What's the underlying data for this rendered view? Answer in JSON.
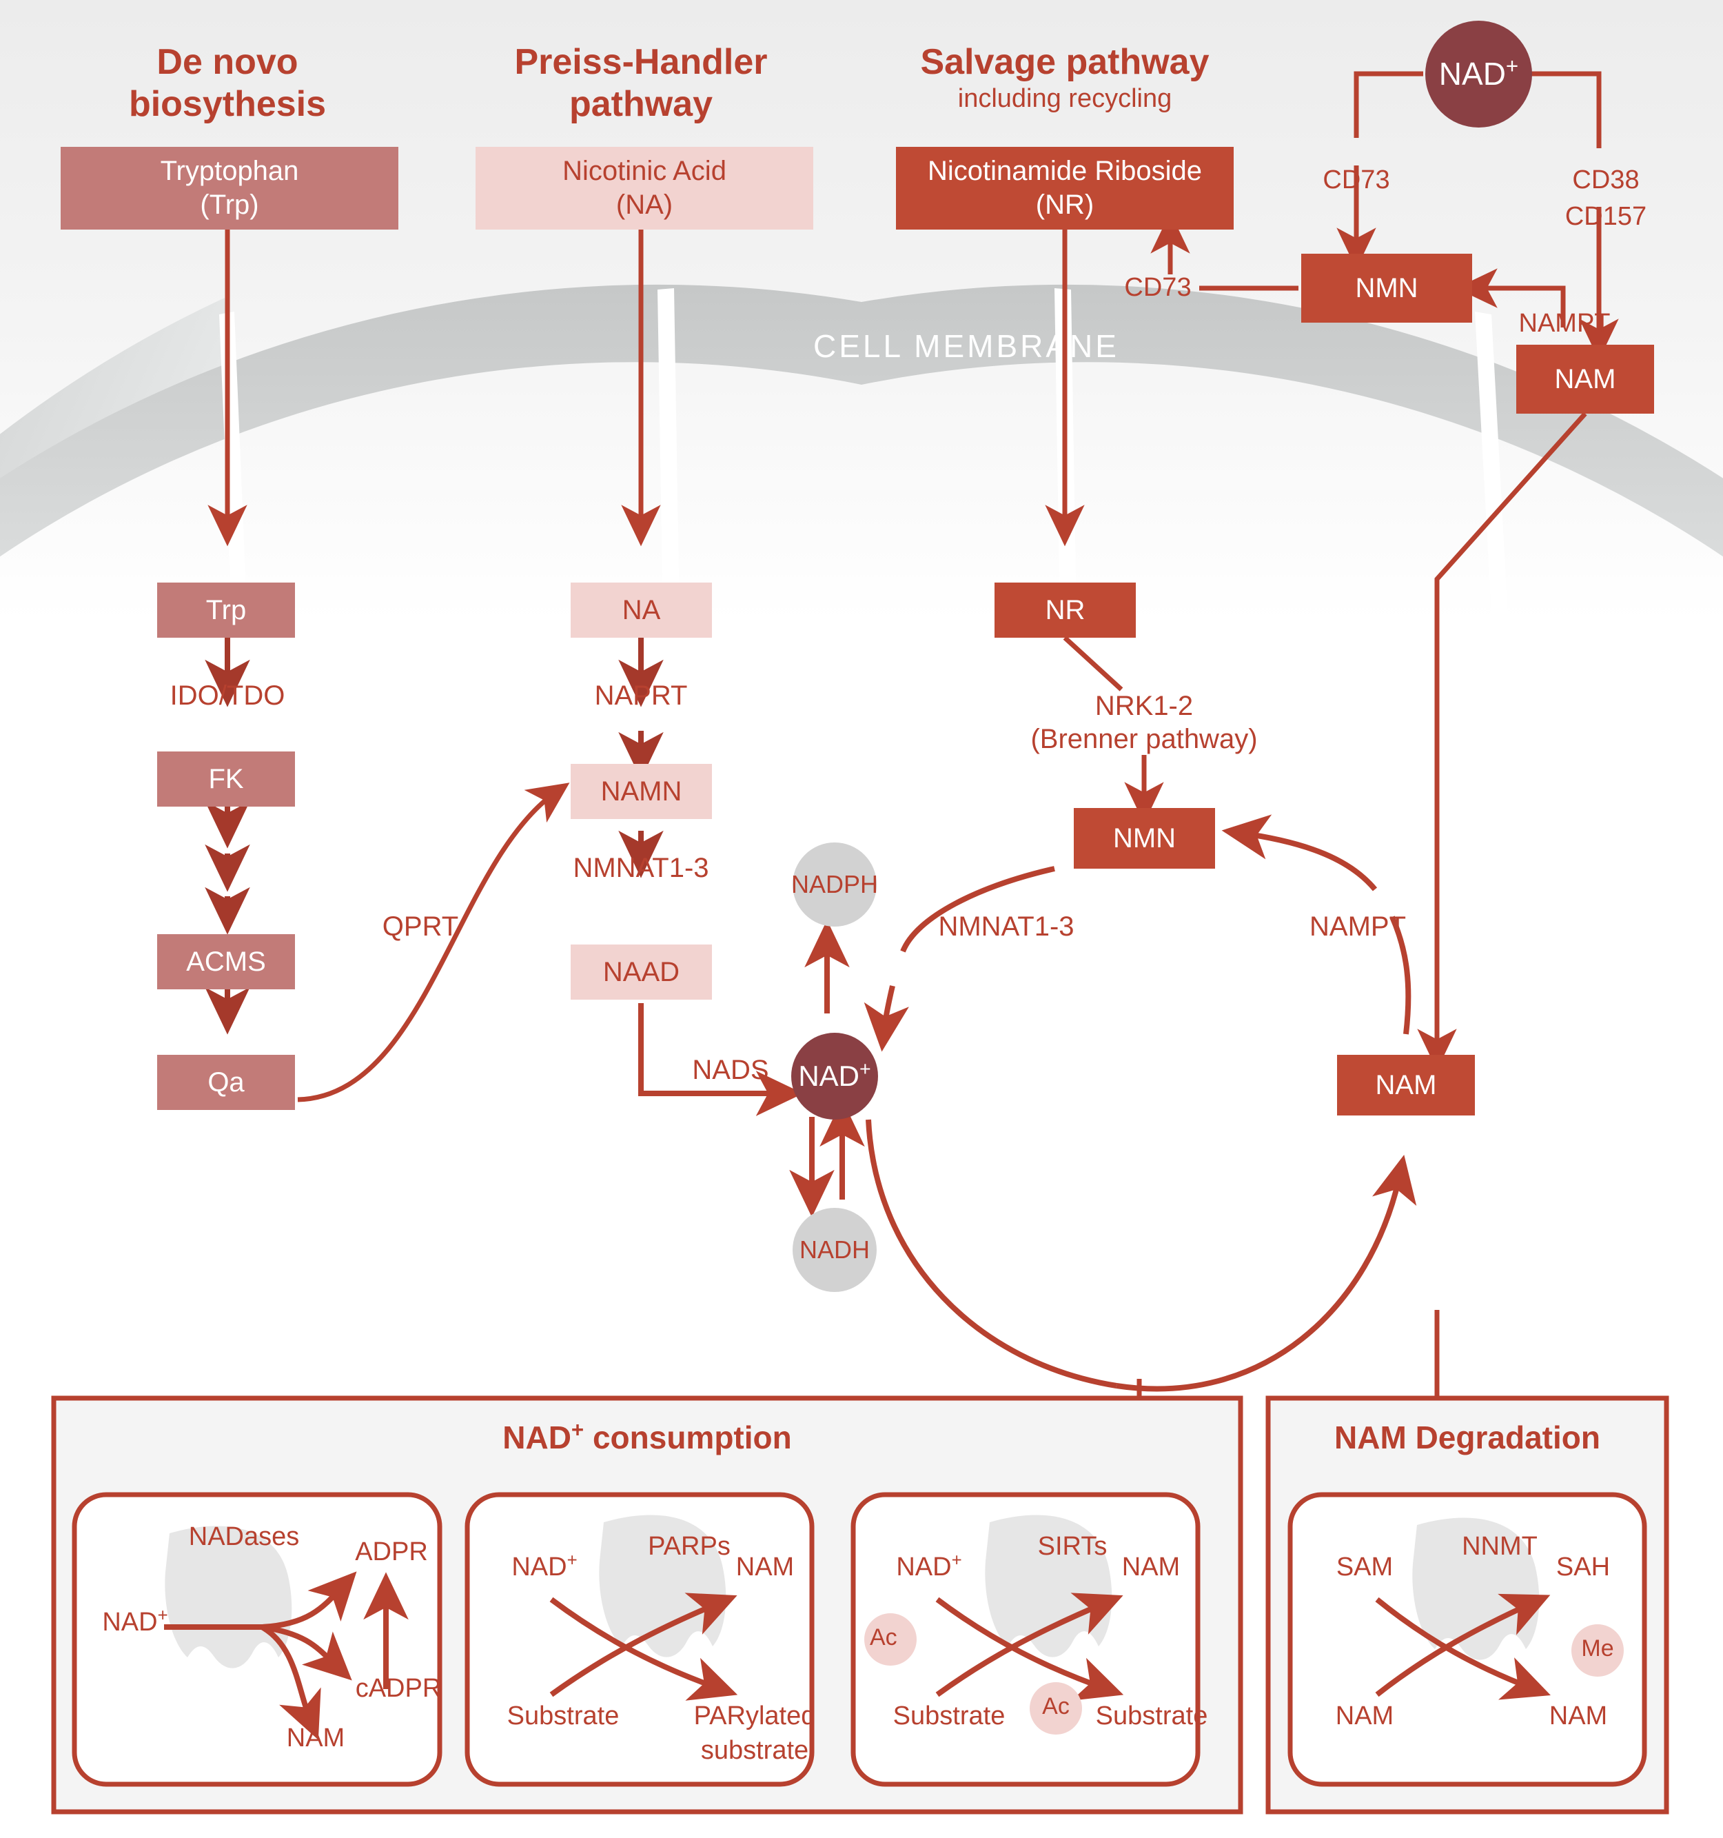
{
  "colors": {
    "accent": "#B7412F",
    "dark_maroon": "#8A4044",
    "mid_rose": "#C27B78",
    "pale_pink": "#F2D3D0",
    "brick": "#BF4A34",
    "grey_node": "#D2D2D2",
    "membrane_grey": "#C9CBCB",
    "panel_bg": "#F4F4F4"
  },
  "membrane": {
    "label": "CELL MEMBRANE"
  },
  "pathway_headers": [
    {
      "title_line1": "De novo",
      "title_line2": "biosythesis",
      "subtitle": ""
    },
    {
      "title_line1": "Preiss-Handler",
      "title_line2": "pathway",
      "subtitle": ""
    },
    {
      "title_line1": "Salvage pathway",
      "title_line2": "",
      "subtitle": "including recycling"
    }
  ],
  "extracellular_boxes": [
    {
      "line1": "Tryptophan",
      "line2": "(Trp)"
    },
    {
      "line1": "Nicotinic Acid",
      "line2": "(NA)"
    },
    {
      "line1": "Nicotinamide Riboside",
      "line2": "(NR)"
    }
  ],
  "top_right": {
    "nad_circle": "NAD",
    "nad_sup": "+",
    "enzyme_left": "CD73",
    "enzyme_right_line1": "CD38",
    "enzyme_right_line2": "CD157",
    "nmn_box": "NMN",
    "cd73_side": "CD73",
    "nampt": "NAMPT",
    "nam_box": "NAM"
  },
  "denovo_chain": {
    "nodes": [
      "Trp",
      "FK",
      "ACMS",
      "Qa"
    ],
    "enzyme_1": "IDO/TDO",
    "enzyme_qprt": "QPRT"
  },
  "preiss_chain": {
    "nodes": [
      "NA",
      "NAMN",
      "NAAD"
    ],
    "enzyme_1": "NAPRT",
    "enzyme_2": "NMNAT1-3",
    "enzyme_3": "NADS"
  },
  "salvage_chain": {
    "nr_box": "NR",
    "enzyme_line1": "NRK1-2",
    "enzyme_line2": "(Brenner pathway)",
    "nmn_box": "NMN"
  },
  "core_cycle": {
    "nad": "NAD",
    "nad_sup": "+",
    "nadph": "NADPH",
    "nadh": "NADH",
    "nam_box": "NAM",
    "enzyme_nmnat": "NMNAT1-3",
    "enzyme_nampt": "NAMPT"
  },
  "consumption_panel": {
    "title": "NAD",
    "title_sup": "+",
    "title_rest": " consumption",
    "cards": [
      {
        "enzyme": "NADases",
        "labels": {
          "left": "NAD",
          "left_sup": "+",
          "out_top": "ADPR",
          "out_mid": "cADPR",
          "out_bottom": "NAM"
        }
      },
      {
        "enzyme": "PARPs",
        "labels": {
          "in_top": "NAD",
          "in_top_sup": "+",
          "in_bottom": "Substrate",
          "out_top": "NAM",
          "out_bottom_line1": "PARylated",
          "out_bottom_line2": "substrate"
        }
      },
      {
        "enzyme": "SIRTs",
        "labels": {
          "in_top": "NAD",
          "in_top_sup": "+",
          "in_bottom": "Substrate",
          "in_badge": "Ac",
          "out_top": "NAM",
          "out_bottom": "Substrate",
          "out_badge": "Ac"
        }
      }
    ]
  },
  "degradation_panel": {
    "title": "NAM Degradation",
    "card": {
      "enzyme": "NNMT",
      "labels": {
        "in_top": "SAM",
        "in_bottom": "NAM",
        "out_top": "SAH",
        "out_bottom": "NAM",
        "out_badge": "Me"
      }
    }
  }
}
